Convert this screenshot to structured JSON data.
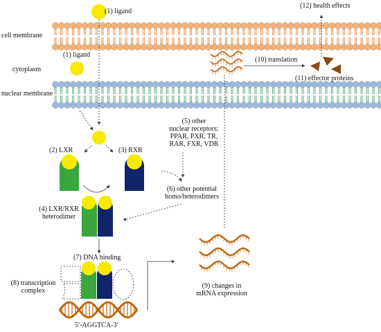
{
  "colors": {
    "membrane_head_outer": "#f2b27a",
    "membrane_head_nuclear": "#9db8de",
    "membrane_tail_outer": "#e57322",
    "membrane_tail_nuclear": "#3d9a6b",
    "ligand": "#f5ea00",
    "lxr": "#3aa63f",
    "rxr": "#10246a",
    "dna": "#c0660d",
    "mrna": "#c0660d",
    "effector": "#8a4a1a"
  },
  "labels": {
    "ligand_top": "(1) ligand",
    "cell_membrane": "cell membrane",
    "ligand_cytoplasm": "(1) ligand",
    "cytoplasm": "cytoplasm",
    "nuclear_membrane": "nuclear membrane",
    "health_effects": "(12) health effects",
    "translation": "(10) translation",
    "effector_proteins": "(11) effector proteins",
    "lxr": "(2) LXR",
    "rxr": "(3) RXR",
    "other_receptors": [
      "(5) other",
      "nuclear receptors:",
      "PPAR, PXR, TR,",
      "RAR, FXR, VDR"
    ],
    "other_dimers": [
      "(6) other potential",
      "homo/heterodimers"
    ],
    "heterodimer": [
      "(4) LXR/RXR",
      "heterodimer"
    ],
    "dna_binding": "(7) DNA binding",
    "transcription_complex": [
      "(8) transcription",
      "complex"
    ],
    "dna_sequence": "5′-AGGTCA-3′",
    "mrna_changes": [
      "(9) changes in",
      "mRNA expression"
    ]
  }
}
